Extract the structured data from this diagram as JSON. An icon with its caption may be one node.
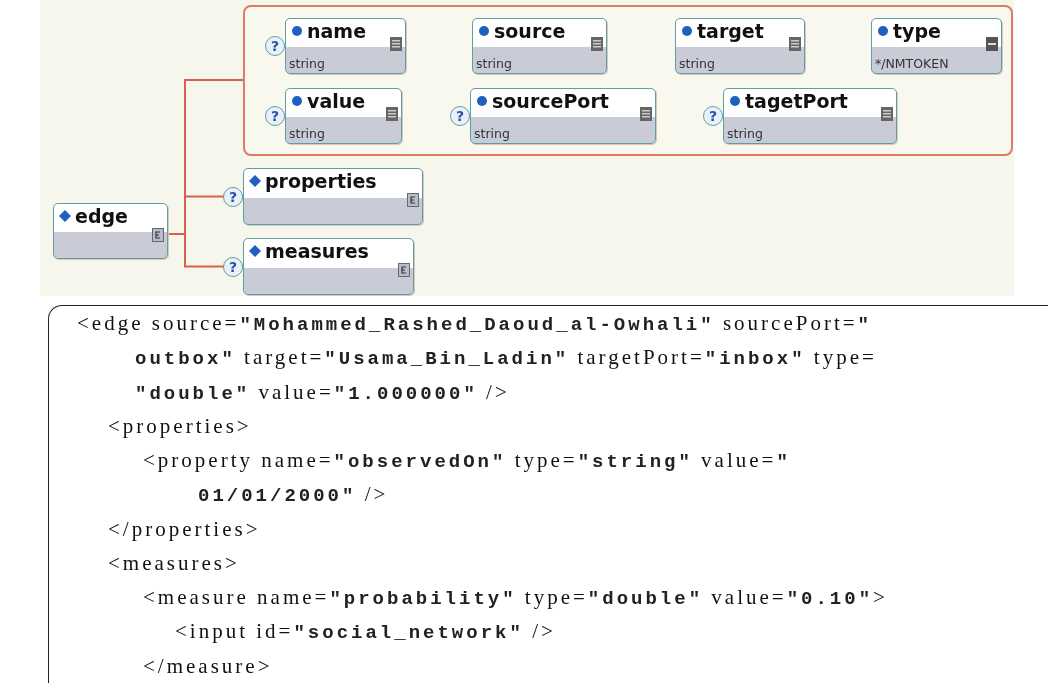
{
  "diagram": {
    "nodes": [
      {
        "text": [
          "edge"
        ]
      },
      {
        "text": [],
        "shape": "box"
      },
      {
        "text": [
          "name",
          "string"
        ],
        "in": 1,
        "beside": [
          "?"
        ]
      },
      {
        "text": [
          "source",
          "string"
        ],
        "in": 1
      },
      {
        "text": [
          "target",
          "string"
        ],
        "in": 1
      },
      {
        "text": [
          "type",
          "*/NMTOKEN"
        ],
        "in": 1
      },
      {
        "text": [
          "value",
          "string"
        ],
        "in": 1,
        "beside": [
          "?"
        ]
      },
      {
        "text": [
          "sourcePort",
          "string"
        ],
        "in": 1,
        "beside": [
          "?"
        ]
      },
      {
        "text": [
          "tagetPort",
          "string"
        ],
        "in": 1,
        "beside": [
          "?"
        ]
      },
      {
        "text": [
          "properties"
        ],
        "beside": [
          "?"
        ]
      },
      {
        "text": [
          "measures"
        ],
        "beside": [
          "?"
        ]
      }
    ],
    "edges": [
      {
        "from": 0,
        "to": 1,
        "arrow": "none"
      },
      {
        "from": 0,
        "to": 9,
        "arrow": "none"
      },
      {
        "from": 0,
        "to": 10,
        "arrow": "none"
      }
    ],
    "labels": [
      "<edge source=\"Mohammed_Rashed_Daoud_al-Owhali\" sourcePort=\"",
      "outbox\" target=\"Usama_Bin_Ladin\" targetPort=\"inbox\" type=",
      "\"double\" value=\"1.000000\" />",
      "<properties>",
      "<property name=\"observedOn\" type=\"string\" value=\"",
      "01/01/2000\" />",
      "</properties>",
      "<measures>",
      "<measure name=\"probability\" type=\"double\" value=\"0.10\">",
      "<input id=\"social_network\" />",
      "</measure>"
    ]
  }
}
